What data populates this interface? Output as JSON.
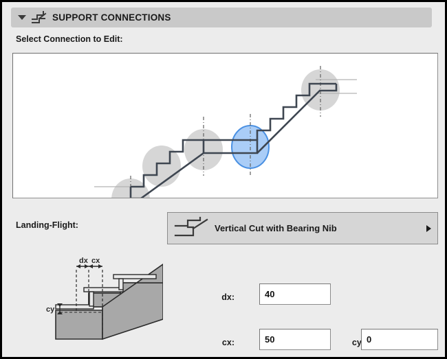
{
  "panel": {
    "title": "SUPPORT CONNECTIONS",
    "disclosure_icon": "triangle-down-icon",
    "header_icon": "stair-profile-icon",
    "expanded": true
  },
  "preview": {
    "label": "Select Connection to Edit:",
    "selected_node_index": 3,
    "selection_color": "#6aa6f0",
    "node_color": "#d4d4d4",
    "nodes": [
      {
        "name": "start-support",
        "selected": false
      },
      {
        "name": "flight-landing-lower",
        "selected": false
      },
      {
        "name": "landing-flight-lower",
        "selected": false
      },
      {
        "name": "landing-flight-upper",
        "selected": true
      },
      {
        "name": "end-support",
        "selected": false
      }
    ]
  },
  "connection": {
    "label": "Landing-Flight:",
    "selected_option": "Vertical Cut with Bearing Nib",
    "icon": "vertical-cut-bearing-nib-icon",
    "arrow_icon": "triangle-right-icon",
    "options": [
      "Vertical Cut with Bearing Nib"
    ]
  },
  "detail_figure": {
    "name": "bearing-nib-dimension-diagram",
    "dimension_labels": [
      "dx",
      "cx",
      "cy"
    ]
  },
  "fields": [
    {
      "name": "dx",
      "label": "dx:",
      "value": "40",
      "placeholder": ""
    },
    {
      "name": "cx",
      "label": "cx:",
      "value": "50",
      "placeholder": ""
    },
    {
      "name": "cy",
      "label": "cy:",
      "value": "0",
      "placeholder": ""
    }
  ],
  "colors": {
    "window_background": "#ececec",
    "header_background": "#c9c9c9",
    "combo_background": "#d6d6d6",
    "accent_selection": "#6aa6f0",
    "text": "#1a1a1a"
  }
}
